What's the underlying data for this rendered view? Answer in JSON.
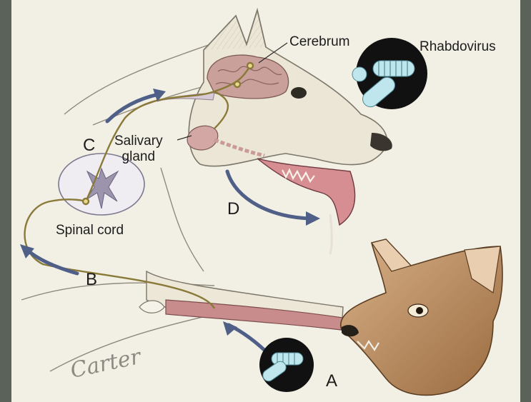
{
  "labels": {
    "cerebrum": "Cerebrum",
    "rhabdovirus": "Rhabdovirus",
    "salivary_gland_line1": "Salivary",
    "salivary_gland_line2": "gland",
    "spinal_cord": "Spinal cord",
    "marker_a": "A",
    "marker_b": "B",
    "marker_c": "C",
    "marker_d": "D",
    "signature": "Carter"
  },
  "colors": {
    "background": "#5b6259",
    "paper": "#f2efe4",
    "arrow": "#4f5f87",
    "nerve": "#8a7a3a",
    "brain": "#c9a09a",
    "muscle": "#c98c8c",
    "fur": "#b98a5a",
    "virus_disc": "#111111",
    "virus": "#bfe6ec"
  },
  "icons": [
    "curved-arrow-icon",
    "rhabdovirus-icon",
    "dog-head",
    "fox-head",
    "spinal-cord-section"
  ]
}
